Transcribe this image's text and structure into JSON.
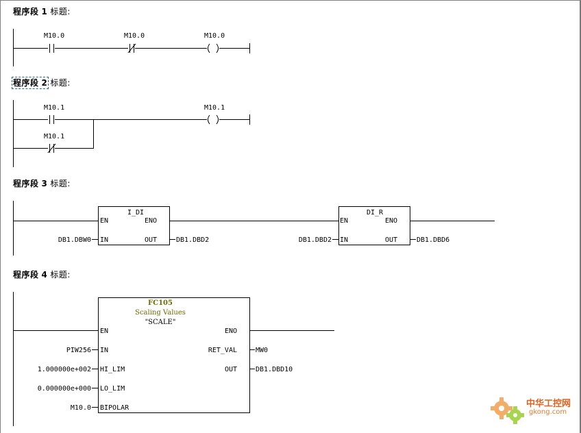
{
  "networks": [
    {
      "prefix": "程序段",
      "number": "1",
      "label": "标题:"
    },
    {
      "prefix": "程序段",
      "number": "2",
      "label": "标题:"
    },
    {
      "prefix": "程序段",
      "number": "3",
      "label": "标题:"
    },
    {
      "prefix": "程序段",
      "number": "4",
      "label": "标题:"
    }
  ],
  "net1": {
    "contact_no": "M10.0",
    "contact_nc": "M10.0",
    "coil": "M10.0"
  },
  "net2": {
    "contact_no": "M10.1",
    "contact_nc": "M10.1",
    "coil": "M10.1"
  },
  "net3": {
    "box1": {
      "name": "I_DI",
      "en": "EN",
      "eno": "ENO",
      "in": "IN",
      "out": "OUT",
      "in_val": "DB1.DBW0",
      "out_val": "DB1.DBD2"
    },
    "box2": {
      "name": "DI_R",
      "en": "EN",
      "eno": "ENO",
      "in": "IN",
      "out": "OUT",
      "in_val": "DB1.DBD2",
      "out_val": "DB1.DBD6"
    }
  },
  "net4": {
    "fc": "FC105",
    "desc": "Scaling Values",
    "symbol": "\"SCALE\"",
    "en": "EN",
    "eno": "ENO",
    "in": "IN",
    "in_val": "PIW256",
    "hi": "HI_LIM",
    "hi_val": "1.000000e+002",
    "lo": "LO_LIM",
    "lo_val": "0.000000e+000",
    "bip": "BIPOLAR",
    "bip_val": "M10.0",
    "ret": "RET_VAL",
    "ret_val": "MW0",
    "out": "OUT",
    "out_val": "DB1.DBD10"
  },
  "watermark": {
    "cn": "中华工控网",
    "en": "gkong.com"
  },
  "colors": {
    "frame": "#808080",
    "olive": "#6b6b00",
    "selection": "#2a5fa0",
    "logo_orange": "#e0601e"
  }
}
